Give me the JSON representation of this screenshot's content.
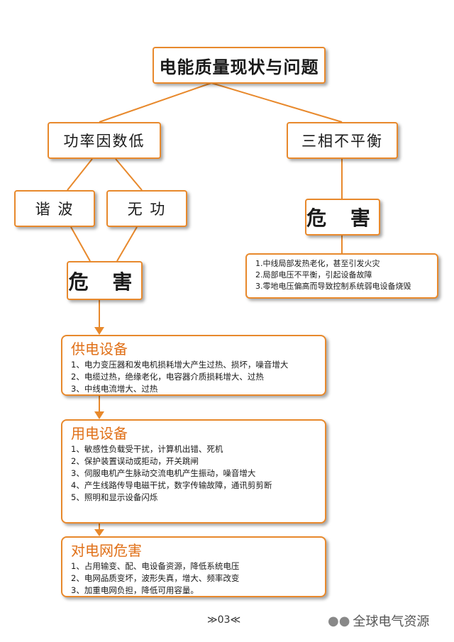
{
  "title": "电能质量现状与问题",
  "low_power_factor": "功率因数低",
  "three_phase": "三相不平衡",
  "harmonic": "谐 波",
  "reactive": "无 功",
  "hazard_left": "危 害",
  "hazard_right": "危 害",
  "three_phase_effects": [
    "1.中线局部发热老化，甚至引发火灾",
    "2.局部电压不平衡，引起设备故障",
    "3.零地电压偏高而导致控制系统弱电设备烧毁"
  ],
  "supply_equipment": {
    "heading": "供电设备",
    "items": [
      "1、电力变压器和发电机损耗增大产生过热、损坏，噪音增大",
      "2、电缆过热，绝缘老化，电容器介质损耗增大、过热",
      "3、中线电流增大、过热"
    ]
  },
  "user_equipment": {
    "heading": "用电设备",
    "items": [
      "1、敏感性负载受干扰，计算机出错、死机",
      "2、保护装置误动或拒动，开关跳闸",
      "3、伺服电机产生脉动交流电机产生振动，噪音增大",
      "4、产生线路传导电磁干扰，数字传输故障，通讯剪剪断",
      "5、照明和显示设备闪烁"
    ]
  },
  "grid_hazard": {
    "heading": "对电网危害",
    "items": [
      "1、占用输变、配、电设备资源，降低系统电压",
      "2、电网品质变坏，波形失真，增大、频率改变",
      "3、加重电网负担，降低可用容量。"
    ]
  },
  "page_number": "≫03≪",
  "watermark": "全球电气资源",
  "colors": {
    "accent": "#e8892c",
    "heading": "#e07018"
  }
}
